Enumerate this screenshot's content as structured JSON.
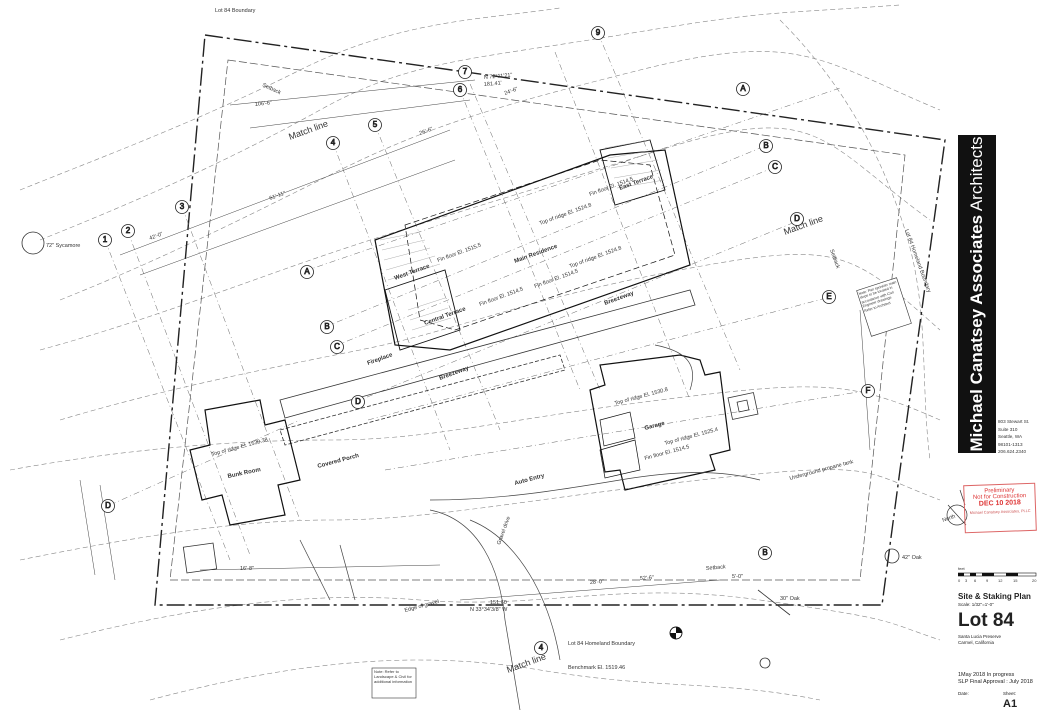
{
  "grid_numbers": [
    "1",
    "2",
    "3",
    "4",
    "5",
    "6",
    "7",
    "9",
    "4"
  ],
  "grid_letters": [
    "A",
    "B",
    "C",
    "D",
    "E",
    "F",
    "B",
    "D",
    "B",
    "C",
    "D",
    "A"
  ],
  "rooms": {
    "main_residence": "Main Residence",
    "west_terrace": "West Terrace",
    "east_terrace": "East Terrace",
    "central_terrace": "Central Terrace",
    "fireplace": "Fireplace",
    "breezeway_1": "Breezeway",
    "breezeway_2": "Breezeway",
    "bunk_room": "Bunk Room",
    "covered_porch": "Covered Porch",
    "garage": "Garage",
    "auto_entry": "Auto Entry"
  },
  "labels": {
    "match_line_1": "Match line",
    "match_line_2": "Match line",
    "match_line_3": "Match line",
    "setback_1": "Setback",
    "setback_2": "Setback",
    "setback_3": "Setback",
    "lot_boundary_1": "Lot 84 Boundary",
    "lot_boundary_2": "Lot 84 Homeland Boundary",
    "lot_boundary_3": "Lot 84 Homeland Boundary",
    "tree_1": "72\" Sycamore",
    "tree_2": "42\" Oak",
    "tree_3": "30\" Oak",
    "north": "North",
    "bearing_1": "N 72°11'21\" ",
    "bearing_2": "181.41'",
    "bearing_3": "151.60",
    "bearing_4": "N 33°34'3/8\" W",
    "benchmark": "Benchmark El. 1519.46",
    "top_ridge_1": "Top of ridge El. 1530.38",
    "top_ridge_2": "Top of ridge El. 1524.8",
    "top_ridge_3": "Top of ridge El. 1524.8",
    "top_ridge_4": "Top of ridge El. 1530.8",
    "top_ridge_5": "Top of ridge El. 1525.4",
    "fin_floor_1": "Fin floor El. 1515.5",
    "fin_floor_2": "Fin floor El. 1514.5",
    "fin_floor_3": "Fin floor El. 1514.5",
    "fin_floor_4": "Fin floor El. 1514.5",
    "fin_floor_5": "Fin floor El. 1514.5",
    "dim_1": "106'-6\"",
    "dim_2": "24'-6\"",
    "dim_3": "26'-6\"",
    "dim_4": "42'-0\"",
    "dim_5": "61'-11\"",
    "dim_6": "16'-8\"",
    "dim_7": "28'-0\"",
    "dim_8": "52'-6\"",
    "dim_9": "5'-0\"",
    "note_top": "Note: Pair sprinkler main slope to be located in accordance with Civil Engineer drawings. Refer to Architect",
    "note_bottom": "Note: Refer to Landscape & Civil for additional information",
    "edge_of_gravel": "Edge of gravel",
    "gravel_drive": "Gravel drive",
    "underground_propane": "Underground propane tank"
  },
  "title_block": {
    "firm_bold": "Michael Canatsey Associates",
    "firm_light": " Architects",
    "address": [
      "803 Stewart St.",
      "Suite 310",
      "Seattle, WA",
      "98101-1313",
      "206.624.2340"
    ],
    "stamp": [
      "Preliminary",
      "Not for Construction",
      "DEC 10 2018",
      "Michael Canatsey Associates, PLLC"
    ],
    "scale_label": "feet",
    "scale_ticks": [
      "0",
      "3",
      "6",
      "9",
      "12",
      "15",
      "20"
    ],
    "sheet_title": "Site & Staking Plan",
    "scale": "Scale: 1/32\"=1'-0\"",
    "lot": "Lot 84",
    "location": [
      "Santa Lucia Preserve",
      "Carmel, California"
    ],
    "status": [
      "1May 2018  In progress",
      "SLP Final Approval : July 2018"
    ],
    "date_label": "Date:",
    "sheet_label": "Sheet:",
    "sheet_no": "A1"
  }
}
